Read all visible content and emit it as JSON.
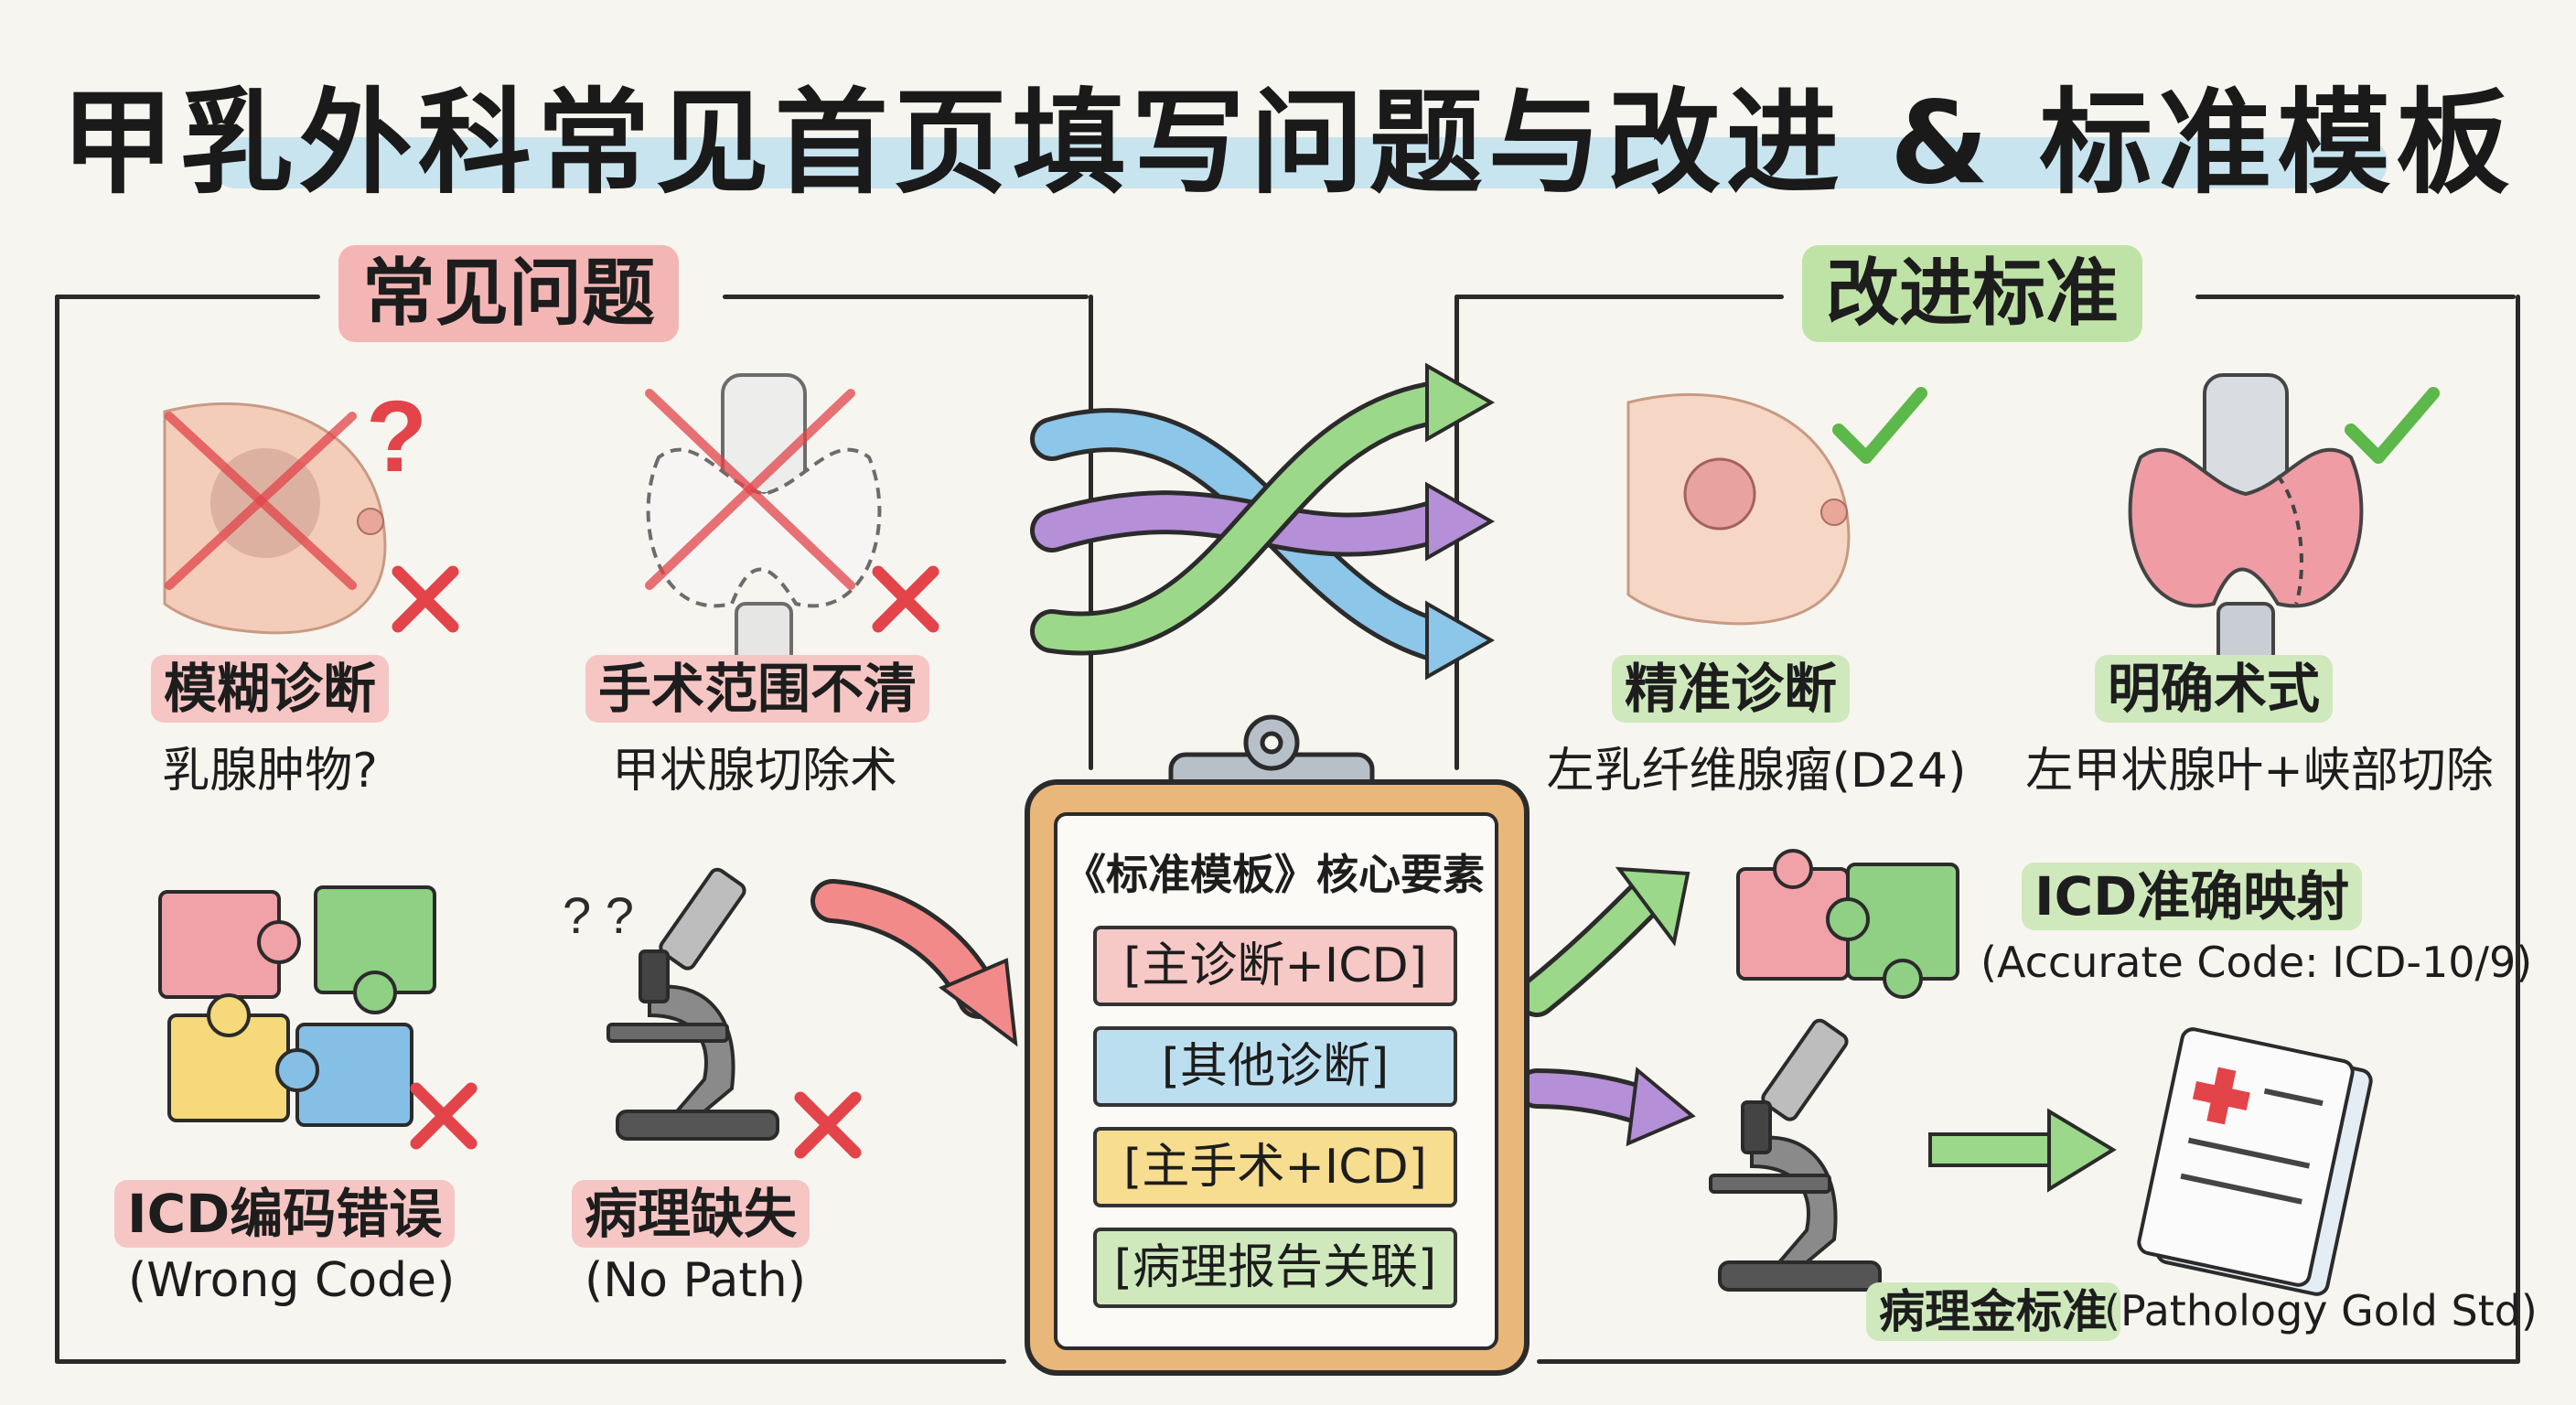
{
  "title": "甲乳外科常见首页填写问题与改进 & 标准模板",
  "sections": {
    "left_header": "常见问题",
    "right_header": "改进标准"
  },
  "problems": [
    {
      "title": "模糊诊断",
      "sub": "乳腺肿物?"
    },
    {
      "title": "手术范围不清",
      "sub": "甲状腺切除术"
    },
    {
      "title": "ICD编码错误",
      "sub": "(Wrong Code)"
    },
    {
      "title": "病理缺失",
      "sub": "(No Path)"
    }
  ],
  "template": {
    "title": "《标准模板》核心要素",
    "items": [
      {
        "label": "[主诊断+ICD]",
        "color": "#f6c9c7"
      },
      {
        "label": "[其他诊断]",
        "color": "#bcdff0"
      },
      {
        "label": "[主手术+ICD]",
        "color": "#f7dd8f"
      },
      {
        "label": "[病理报告关联]",
        "color": "#cfe9bd"
      }
    ]
  },
  "standards": [
    {
      "title": "精准诊断",
      "sub": "左乳纤维腺瘤(D24)"
    },
    {
      "title": "明确术式",
      "sub": "左甲状腺叶+峡部切除"
    },
    {
      "title": "ICD准确映射",
      "sub": "(Accurate Code: ICD-10/9)"
    },
    {
      "title": "病理金标准",
      "sub": "(Pathology Gold Std)"
    }
  ],
  "colors": {
    "red": "#e2444a",
    "green": "#5cb84a",
    "blue": "#8cc6e8",
    "purple": "#b58fd8",
    "title_highlight": "#bfe0ef"
  },
  "icons": [
    "breast-icon",
    "thyroid-icon",
    "puzzle-icon",
    "microscope-icon",
    "check-icon",
    "cross-icon",
    "question-icon",
    "report-icon",
    "clipboard-icon"
  ]
}
